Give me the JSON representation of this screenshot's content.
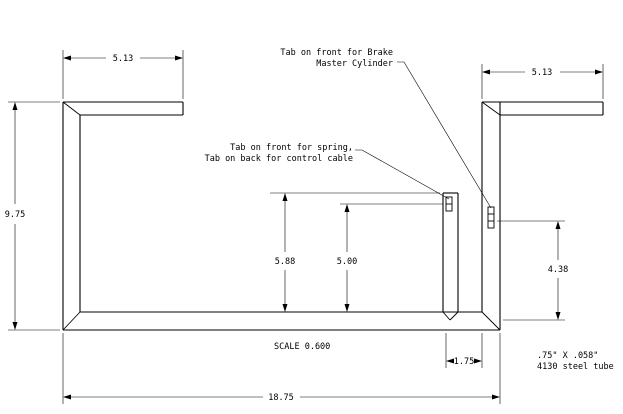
{
  "dimensions": {
    "top_left_width": "5.13",
    "top_right_width": "5.13",
    "overall_height": "9.75",
    "inner_height": "5.88",
    "tab_height": "5.00",
    "right_tab_height": "4.38",
    "bottom_offset": "1.75",
    "overall_width": "18.75"
  },
  "notes": {
    "brake_tab_line1": "Tab on front for Brake",
    "brake_tab_line2": "Master Cylinder",
    "spring_tab_line1": "Tab on front for spring,",
    "spring_tab_line2": "Tab on back for control cable",
    "scale": "SCALE  0.600",
    "material_line1": ".75\" X .058\"",
    "material_line2": "4130 steel tube"
  }
}
